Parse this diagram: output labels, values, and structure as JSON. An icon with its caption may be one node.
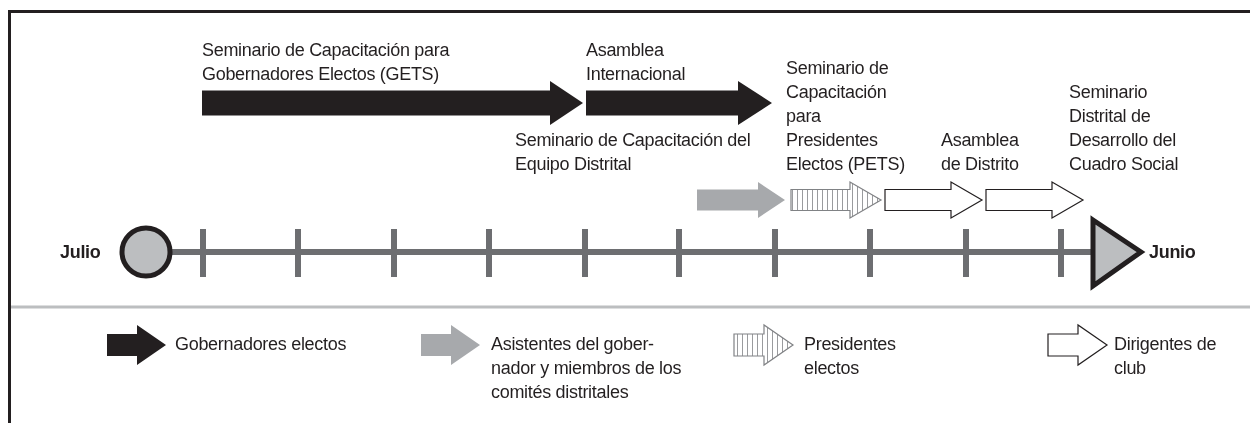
{
  "diagram": {
    "labels": [
      "Seminario de Capacitación para Gobernadores Electos (GETS)",
      "Asamblea Internacional",
      "Seminario de Capacitación para Presidentes Electos (PETS)",
      "Seminario Distrital de Desarrollo del Cuadro Social",
      "Seminario de Capacitación del Equipo Distrital",
      "Asamblea de Distrito",
      "Julio",
      "Junio"
    ],
    "legend": [
      {
        "text": "Gobernadores electos"
      },
      {
        "text": "Asistentes del gober- nador y miembros de los comités distritales"
      },
      {
        "text": "Presidentes electos"
      },
      {
        "text": "Dirigentes de club"
      }
    ]
  }
}
